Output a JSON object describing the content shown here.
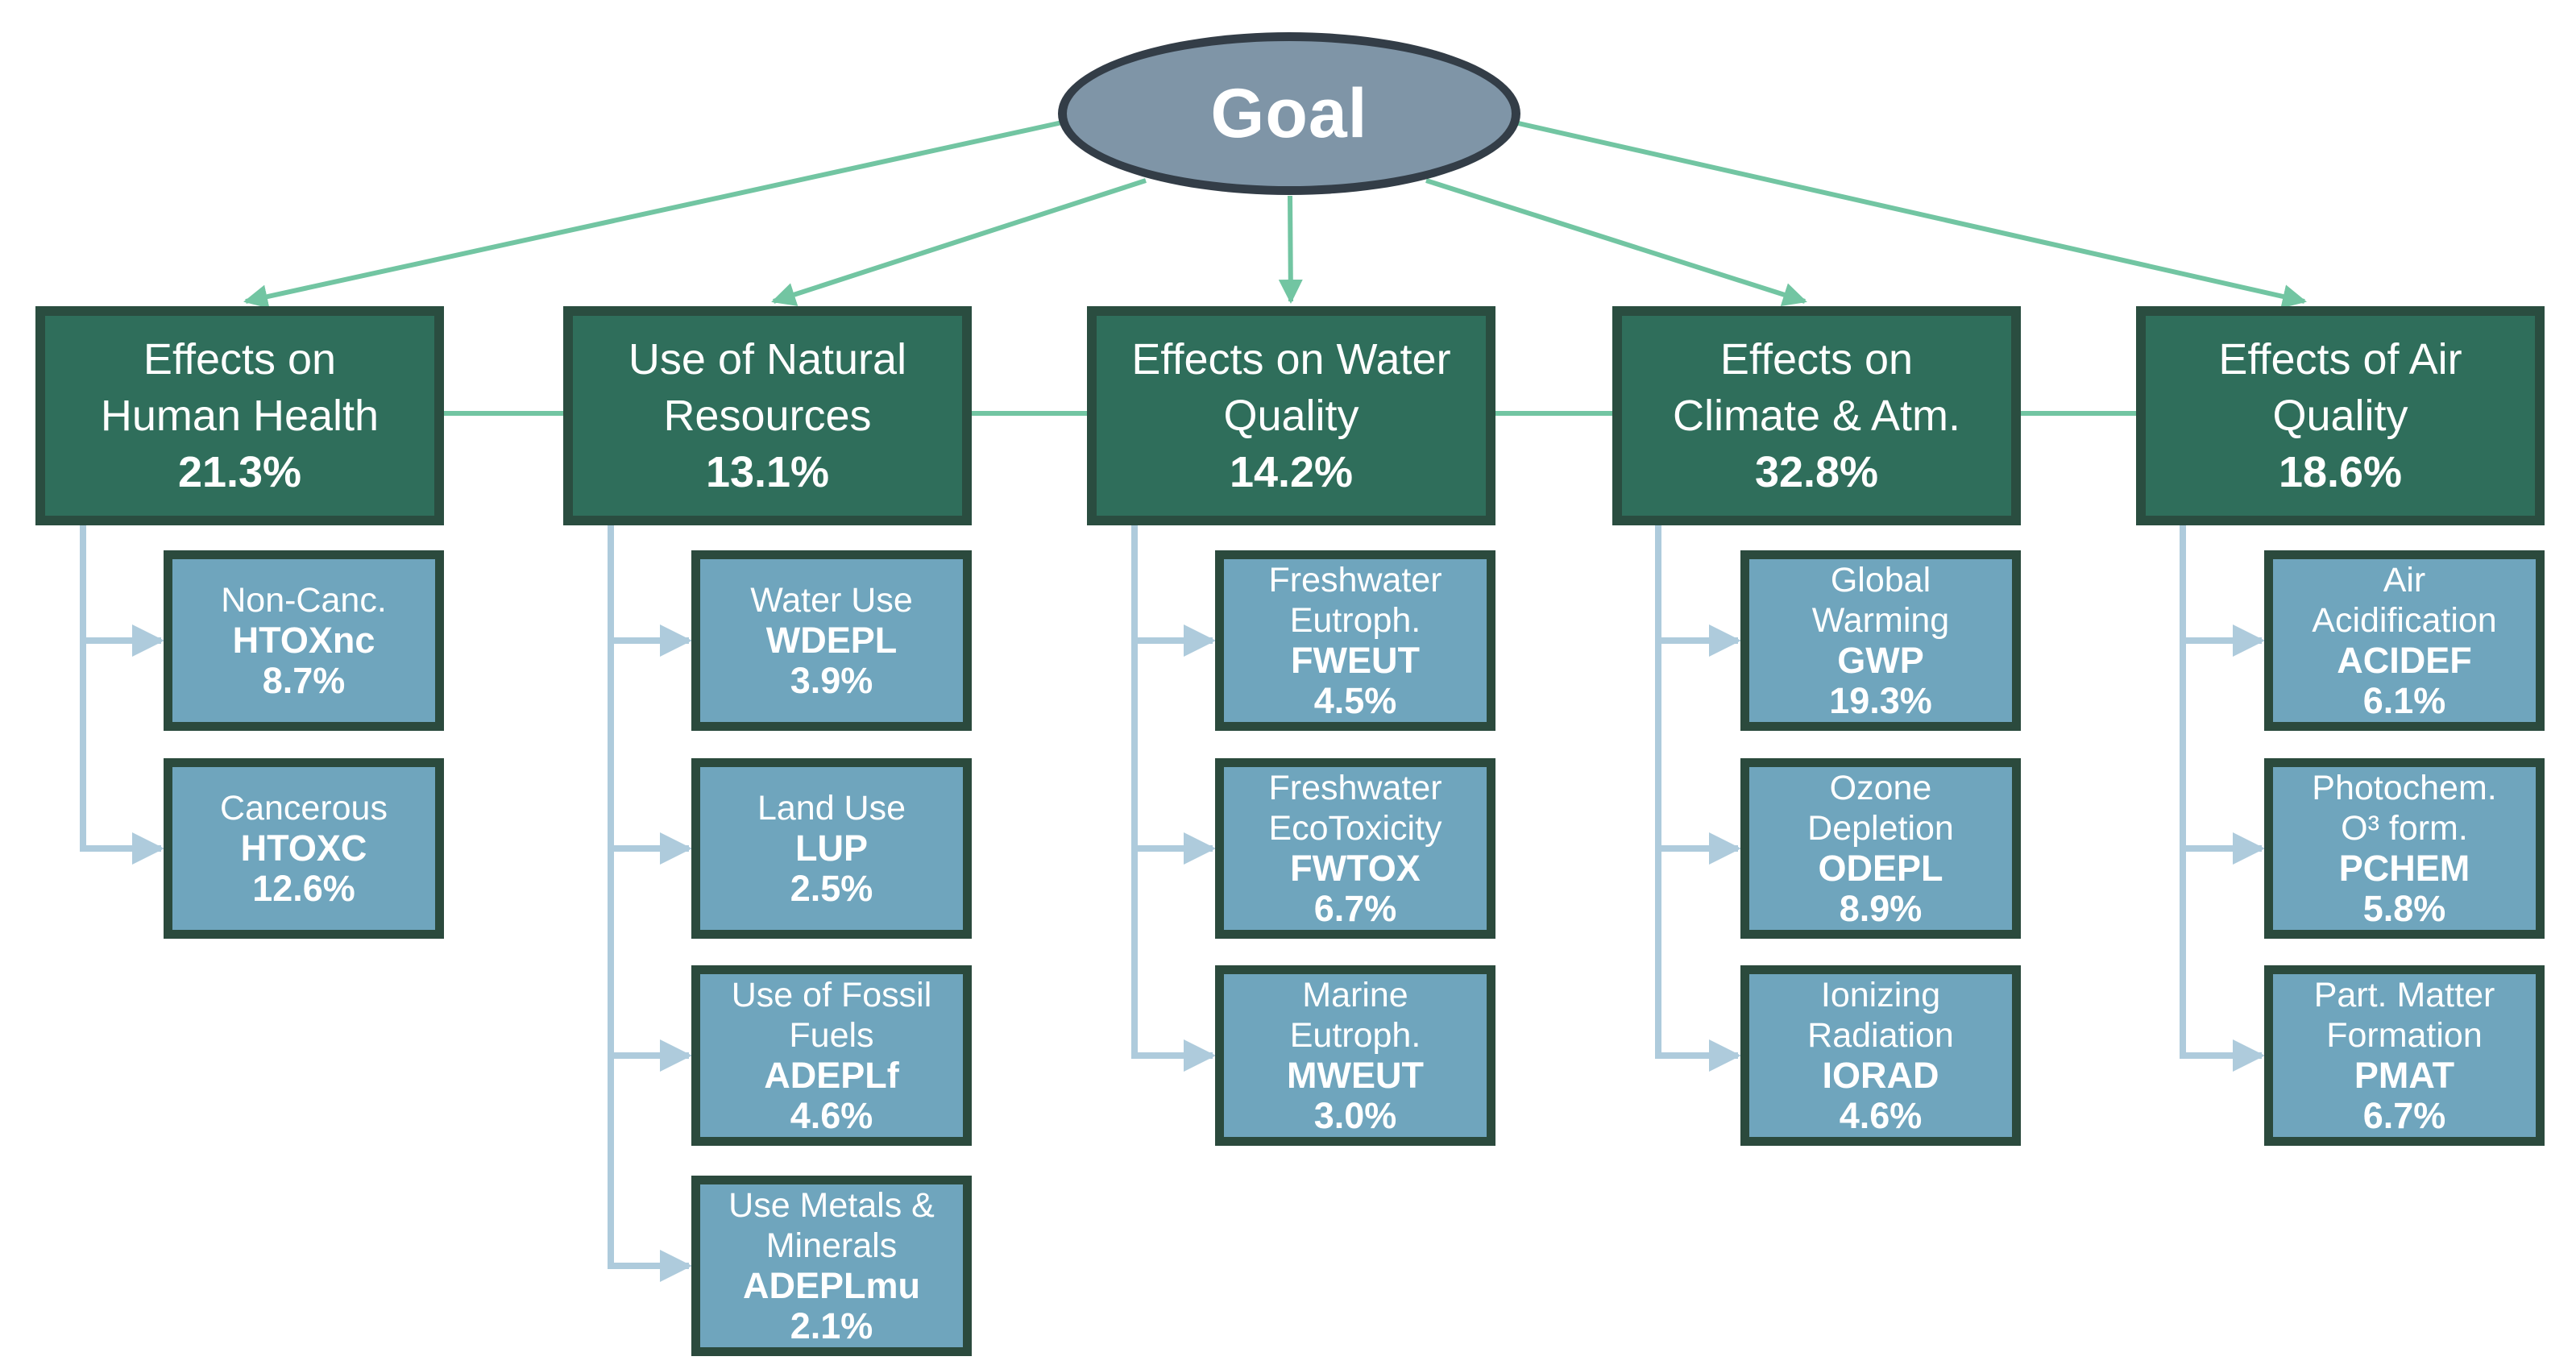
{
  "diagram": {
    "goal_label": "Goal",
    "categories": [
      {
        "label": "Effects on\nHuman Health",
        "share": "21.3%",
        "children": [
          {
            "label": "Non-Canc.",
            "code": "HTOXnc",
            "share": "8.7%"
          },
          {
            "label": "Cancerous",
            "code": "HTOXC",
            "share": "12.6%"
          }
        ]
      },
      {
        "label": "Use of Natural\nResources",
        "share": "13.1%",
        "children": [
          {
            "label": "Water Use",
            "code": "WDEPL",
            "share": "3.9%"
          },
          {
            "label": "Land Use",
            "code": "LUP",
            "share": "2.5%"
          },
          {
            "label": "Use of Fossil\nFuels",
            "code": "ADEPLf",
            "share": "4.6%"
          },
          {
            "label": "Use Metals &\nMinerals",
            "code": "ADEPLmu",
            "share": "2.1%"
          }
        ]
      },
      {
        "label": "Effects on Water\nQuality",
        "share": "14.2%",
        "children": [
          {
            "label": "Freshwater\nEutroph.",
            "code": "FWEUT",
            "share": "4.5%"
          },
          {
            "label": "Freshwater\nEcoToxicity",
            "code": "FWTOX",
            "share": "6.7%"
          },
          {
            "label": "Marine\nEutroph.",
            "code": "MWEUT",
            "share": "3.0%"
          }
        ]
      },
      {
        "label": "Effects on\nClimate & Atm.",
        "share": "32.8%",
        "children": [
          {
            "label": "Global\nWarming",
            "code": "GWP",
            "share": "19.3%"
          },
          {
            "label": "Ozone\nDepletion",
            "code": "ODEPL",
            "share": "8.9%"
          },
          {
            "label": "Ionizing\nRadiation",
            "code": "IORAD",
            "share": "4.6%"
          }
        ]
      },
      {
        "label": "Effects of Air\nQuality",
        "share": "18.6%",
        "children": [
          {
            "label": "Air\nAcidification",
            "code": "ACIDEF",
            "share": "6.1%"
          },
          {
            "label": "Photochem.\nO³ form.",
            "code": "PCHEM",
            "share": "5.8%"
          },
          {
            "label": "Part. Matter\nFormation",
            "code": "PMAT",
            "share": "6.7%"
          }
        ]
      }
    ]
  },
  "colors": {
    "page_bg": "#ffffff",
    "ellipse_fill": "#7f95a7",
    "ellipse_border": "#333d47",
    "category_fill": "#2f6e5b",
    "category_border": "#2a4d40",
    "subcriteria_fill": "#6fa5bd",
    "subcriteria_border": "#2b4a3d",
    "arrow_green": "#72c5a2",
    "branch_blue": "#aecbdc",
    "node_text": "#ffffff"
  }
}
